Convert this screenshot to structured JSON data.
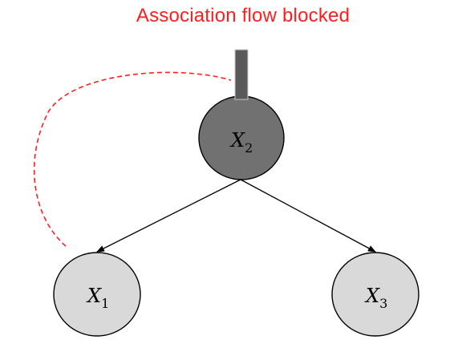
{
  "title": "Association flow blocked",
  "colors": {
    "title": "#ff1e1e",
    "blocked_node_fill": "#717171",
    "leaf_node_fill": "#d9d9d9",
    "blocker_bar": "#595959",
    "dashed_path": "#ff1e1e",
    "edge": "#000000"
  },
  "nodes": [
    {
      "id": "x2",
      "label_base": "X",
      "label_sub": "2",
      "role": "blocked"
    },
    {
      "id": "x1",
      "label_base": "X",
      "label_sub": "1",
      "role": "leaf"
    },
    {
      "id": "x3",
      "label_base": "X",
      "label_sub": "3",
      "role": "leaf"
    }
  ],
  "edges": [
    {
      "from": "x2",
      "to": "x1"
    },
    {
      "from": "x2",
      "to": "x3"
    }
  ]
}
